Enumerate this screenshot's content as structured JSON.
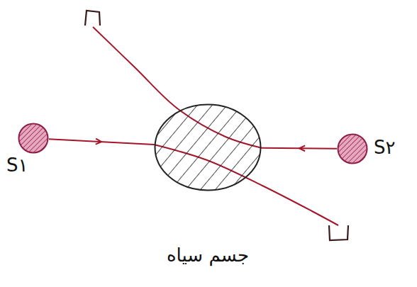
{
  "diagram": {
    "nodes": [
      {
        "text": [
          "S۱"
        ]
      },
      {
        "text": [
          "جسم سیاه"
        ]
      },
      {
        "text": [
          "S۲"
        ]
      }
    ],
    "edges": [
      {
        "from": 0,
        "to": 1,
        "arrow": "to"
      },
      {
        "from": 2,
        "to": 1,
        "arrow": "to"
      }
    ]
  }
}
